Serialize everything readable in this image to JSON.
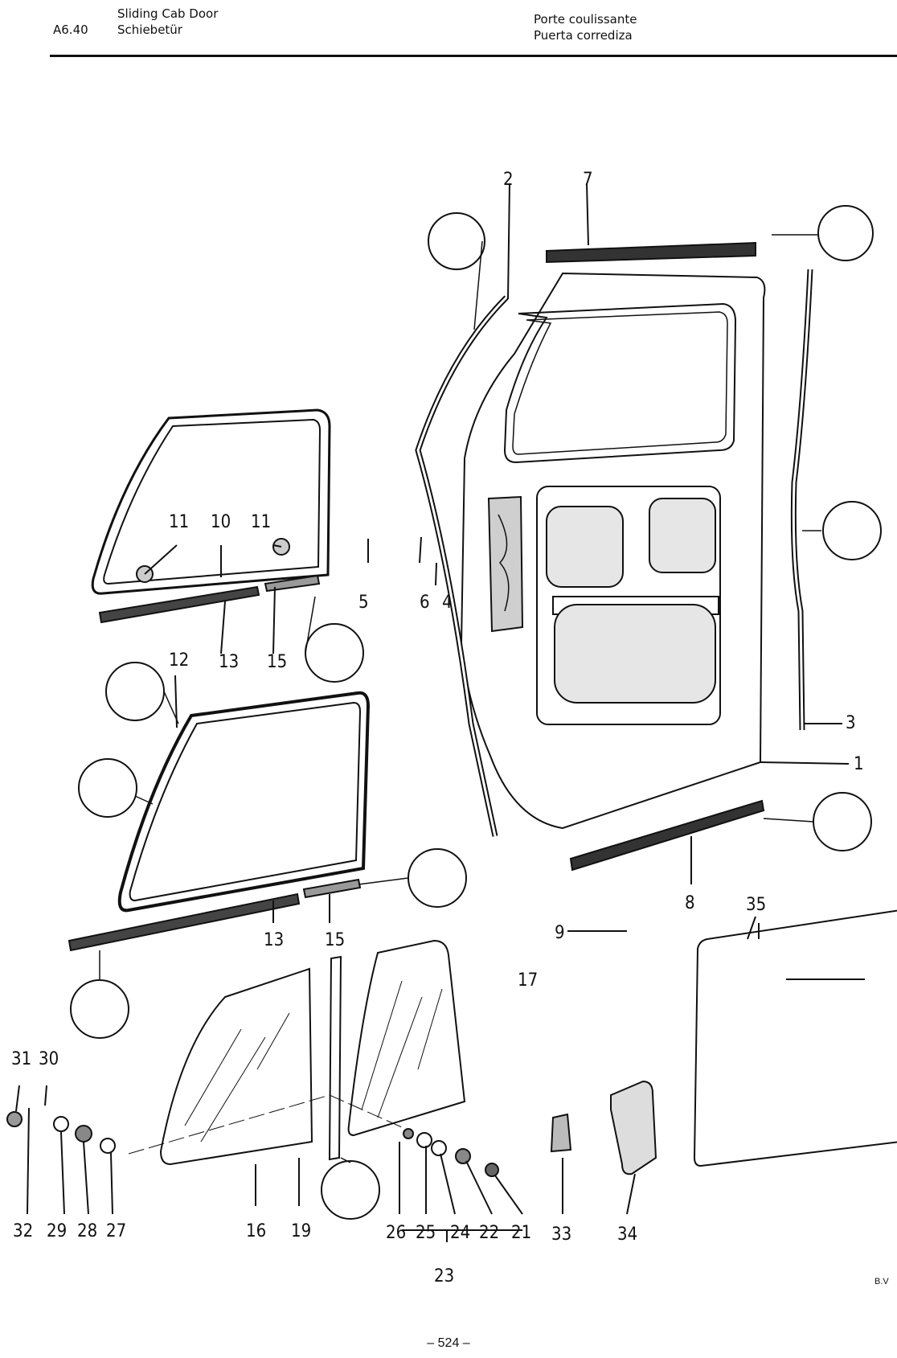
{
  "header": {
    "section": "A6.40",
    "title_en": "Sliding Cab Door",
    "title_de": "Schiebetür",
    "title_fr": "Porte coulissante",
    "title_es": "Puerta corrediza"
  },
  "callouts": {
    "c1": "1",
    "c2": "2",
    "c3": "3",
    "c4": "4",
    "c5": "5",
    "c6": "6",
    "c7": "7",
    "c8": "8",
    "c9": "9",
    "c10": "10",
    "c11a": "11",
    "c11b": "11",
    "c12": "12",
    "c13a": "13",
    "c13b": "13",
    "c15a": "15",
    "c15b": "15",
    "c16": "16",
    "c17": "17",
    "c19": "19",
    "c21": "21",
    "c22": "22",
    "c23": "23",
    "c24": "24",
    "c25": "25",
    "c26": "26",
    "c27": "27",
    "c28": "28",
    "c29": "29",
    "c30": "30",
    "c31": "31",
    "c32": "32",
    "c33": "33",
    "c34": "34",
    "c35": "35"
  },
  "footer": {
    "page_number": "– 524 –",
    "artist_mark": "B.V"
  }
}
